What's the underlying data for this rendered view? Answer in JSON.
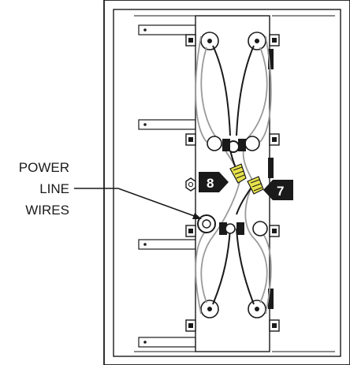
{
  "callout": {
    "lines": [
      "POWER",
      "LINE",
      "WIRES"
    ]
  },
  "markers": {
    "left": "8",
    "right": "7"
  },
  "colors": {
    "wire_nut": "#e7e24a",
    "marker_bg": "#1a1a1a",
    "panel_border": "#1a1a1a",
    "neutral_wire": "#9a9a9a"
  }
}
